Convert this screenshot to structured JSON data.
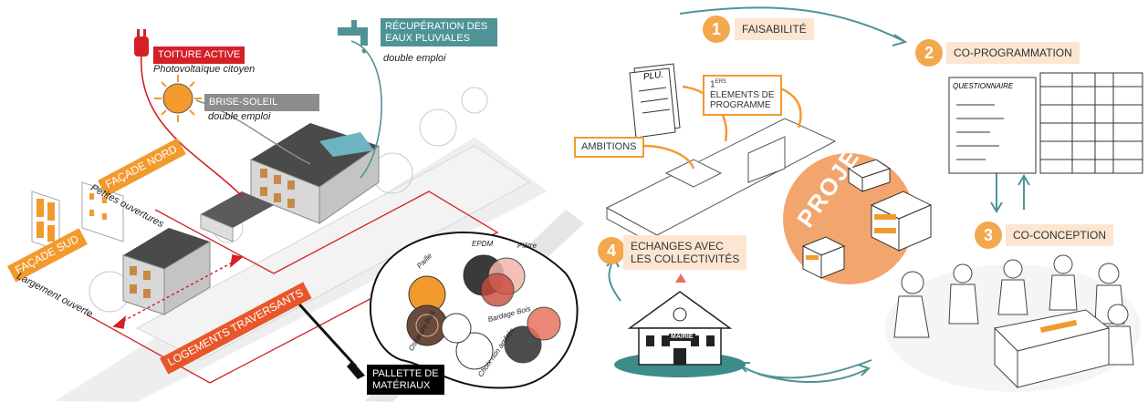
{
  "left": {
    "toiture": {
      "title": "TOITURE ACTIVE",
      "subtitle": "Photovoltaïque citoyen"
    },
    "recuperation": {
      "title_line1": "RÉCUPÉRATION DES",
      "title_line2": "EAUX PLUVIALES",
      "subtitle": "double emploi"
    },
    "brise": {
      "title": "BRISE-SOLEIL",
      "subtitle": "double emploi"
    },
    "facade_nord": {
      "title": "FAÇADE NORD",
      "subtitle": "Petites ouvertures"
    },
    "facade_sud": {
      "title": "FAÇADE SUD",
      "subtitle": "Largement ouverte"
    },
    "logements": {
      "title": "LOGEMENTS TRAVERSANTS"
    },
    "palette": {
      "title_line1": "PALLETTE DE",
      "title_line2": "MATÉRIAUX",
      "materials": [
        "Paille",
        "EPDM",
        "Plâtre",
        "Bardage Bois",
        "Ossature Bois",
        "Choix non arrêtés"
      ]
    }
  },
  "right": {
    "steps": [
      {
        "num": "1",
        "label": "FAISABILITÉ"
      },
      {
        "num": "2",
        "label": "CO-PROGRAMMATION"
      },
      {
        "num": "3",
        "label": "CO-CONCEPTION"
      },
      {
        "num": "4",
        "label_line1": "ECHANGES AVEC",
        "label_line2": "LES COLLECTIVITÉS"
      }
    ],
    "plu_label": "PLU.",
    "elements": {
      "sup": "ERS",
      "line1": "ELEMENTS DE",
      "line2": "PROGRAMME",
      "num": "1"
    },
    "ambitions": "AMBITIONS",
    "projet": "PROJET",
    "questionnaire": "QUESTIONNAIRE",
    "mairie": "MAIRIE"
  },
  "colors": {
    "orange": "#f29a2e",
    "red": "#d42026",
    "teal": "#4f9396",
    "grey": "#8c8c8c",
    "step_bg": "#fce6d2"
  }
}
